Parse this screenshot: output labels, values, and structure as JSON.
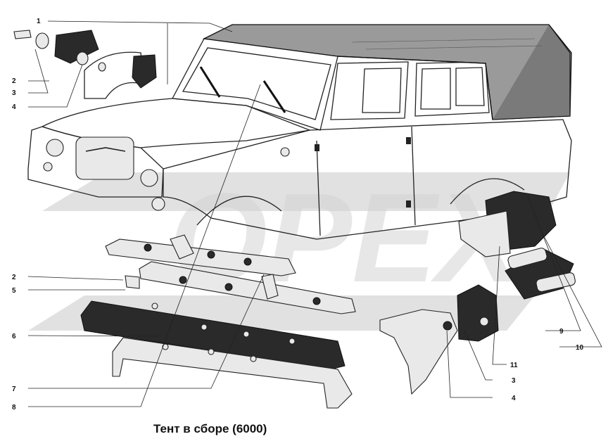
{
  "diagram": {
    "caption": "Тент в сборе (6000)",
    "watermark": "OPEX",
    "callouts": {
      "c1": "1",
      "c2a": "2",
      "c3a": "3",
      "c4a": "4",
      "c2b": "2",
      "c5": "5",
      "c6": "6",
      "c7": "7",
      "c8": "8",
      "c9": "9",
      "c10": "10",
      "c11": "11",
      "c3b": "3",
      "c4b": "4"
    }
  }
}
